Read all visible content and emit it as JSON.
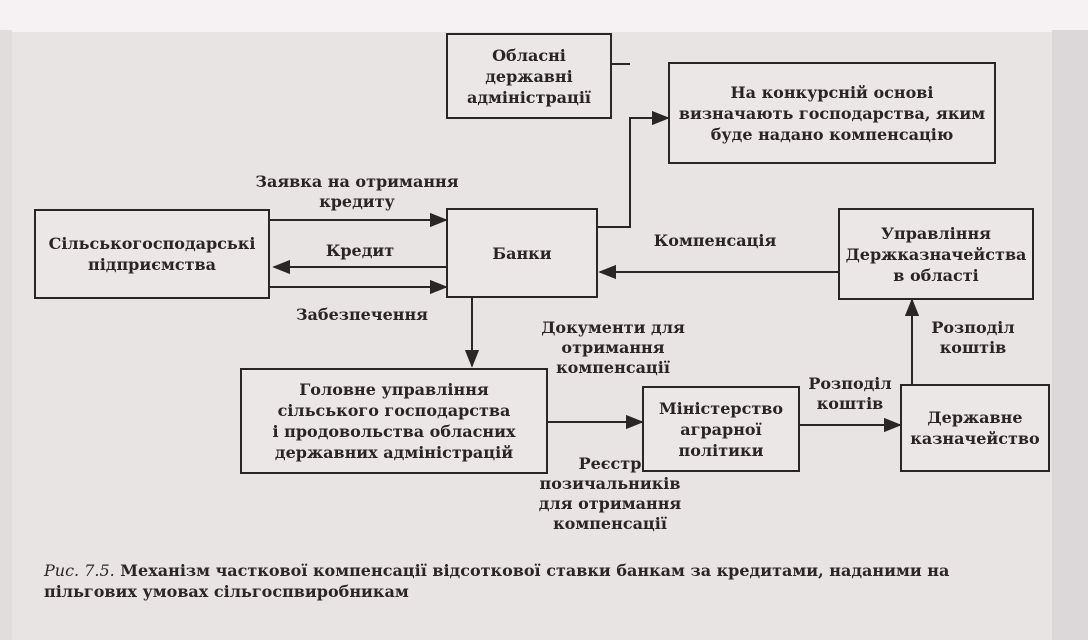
{
  "nodes": {
    "oblasni": "Обласні\nдержавні\nадміністрації",
    "konkurs": "На конкурсній основі\nвизначають господарства, яким\nбуде надано компенсацію",
    "silgosp": "Сільськогосподарські\nпідприємства",
    "banky": "Банки",
    "upravlinnia_derzhkazn": "Управління\nДержказначейства\nв області",
    "golovne": "Головне управління\nсільського господарства\nі продовольства обласних\nдержавних адміністрацій",
    "ministerstvo": "Міністерство\nаграрної\nполітики",
    "derzh_kazn": "Державне\nказначейство"
  },
  "edge_labels": {
    "zaiavka": "Заявка на отримання\nкредиту",
    "kredyt": "Кредит",
    "zabezpechennia": "Забезпечення",
    "kompensatsiia": "Компенсація",
    "dokumenty": "Документи для отримання\nкомпенсації",
    "reiestr": "Реєстр\nпозичальників\nдля отримання\nкомпенсації",
    "rozpodil_1": "Розподіл\nкоштів",
    "rozpodil_2": "Розподіл\nкоштів"
  },
  "caption": {
    "fig_number": "Рис. 7.5.",
    "text": " Механізм часткової компенсації відсоткової ставки банкам за кредитами, наданими на пільгових умовах сільгоспвиробникам"
  }
}
